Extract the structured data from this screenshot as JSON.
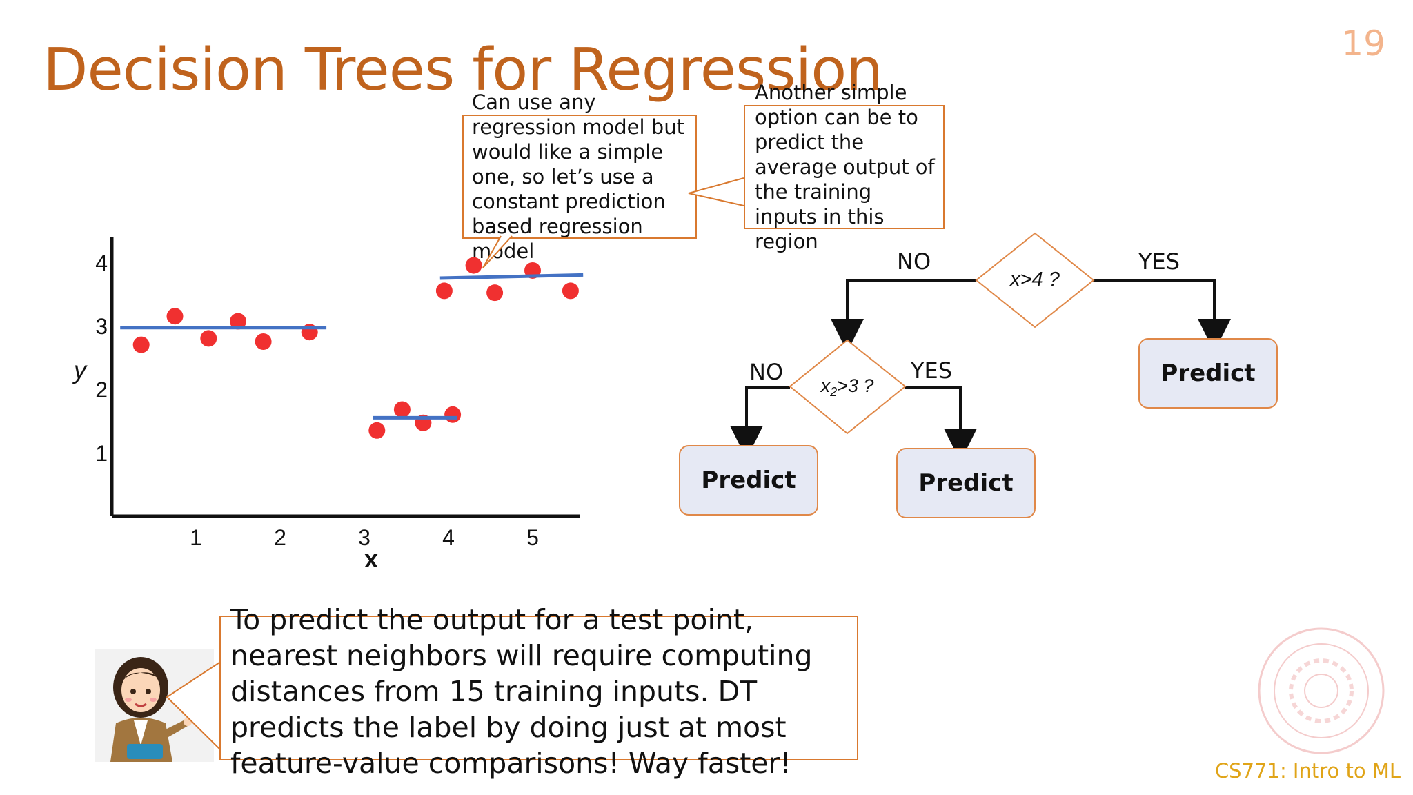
{
  "slide": {
    "title": "Decision Trees for Regression",
    "page_number": "19",
    "footer": "CS771: Intro to ML"
  },
  "callouts": {
    "model": "Can use any\nregression model but\nwould like a simple\none, so let’s use a\nconstant prediction\nbased regression\nmodel",
    "average": "Another simple\noption can be to\npredict the\naverage output of\nthe training\ninputs in this\nregion",
    "bottom": "To predict the output for a test point,\nnearest neighbors will require computing\ndistances from 15 training inputs. DT\npredicts the label by doing just at most\nfeature-value comparisons! Way faster!"
  },
  "tree": {
    "root_condition": "x>4 ?",
    "child_condition_var": "x",
    "child_condition_sub": "2",
    "child_condition_rest": ">3 ?",
    "labels": {
      "no": "NO",
      "yes": "YES"
    },
    "leaf_label": "Predict"
  },
  "chart_data": {
    "type": "scatter",
    "xlabel": "x",
    "ylabel": "y",
    "x_ticks": [
      "1",
      "2",
      "3",
      "4",
      "5"
    ],
    "y_ticks": [
      "1",
      "2",
      "3",
      "4"
    ],
    "xlim": [
      0,
      5.4
    ],
    "ylim": [
      0,
      4.3
    ],
    "colors": {
      "points": "#f03030",
      "lines": "#4472c4"
    },
    "points": [
      [
        0.35,
        2.7
      ],
      [
        0.75,
        3.15
      ],
      [
        1.15,
        2.8
      ],
      [
        1.5,
        3.07
      ],
      [
        1.8,
        2.75
      ],
      [
        2.35,
        2.9
      ],
      [
        3.15,
        1.35
      ],
      [
        3.45,
        1.68
      ],
      [
        3.7,
        1.47
      ],
      [
        4.05,
        1.6
      ],
      [
        3.95,
        3.55
      ],
      [
        4.3,
        3.95
      ],
      [
        4.55,
        3.52
      ],
      [
        5.0,
        3.87
      ],
      [
        5.45,
        3.55
      ]
    ],
    "segments": [
      {
        "x": [
          0.1,
          2.55
        ],
        "y": [
          2.97,
          2.97
        ]
      },
      {
        "x": [
          3.1,
          4.1
        ],
        "y": [
          1.55,
          1.55
        ]
      },
      {
        "x": [
          3.9,
          5.6
        ],
        "y": [
          3.75,
          3.8
        ]
      }
    ]
  }
}
